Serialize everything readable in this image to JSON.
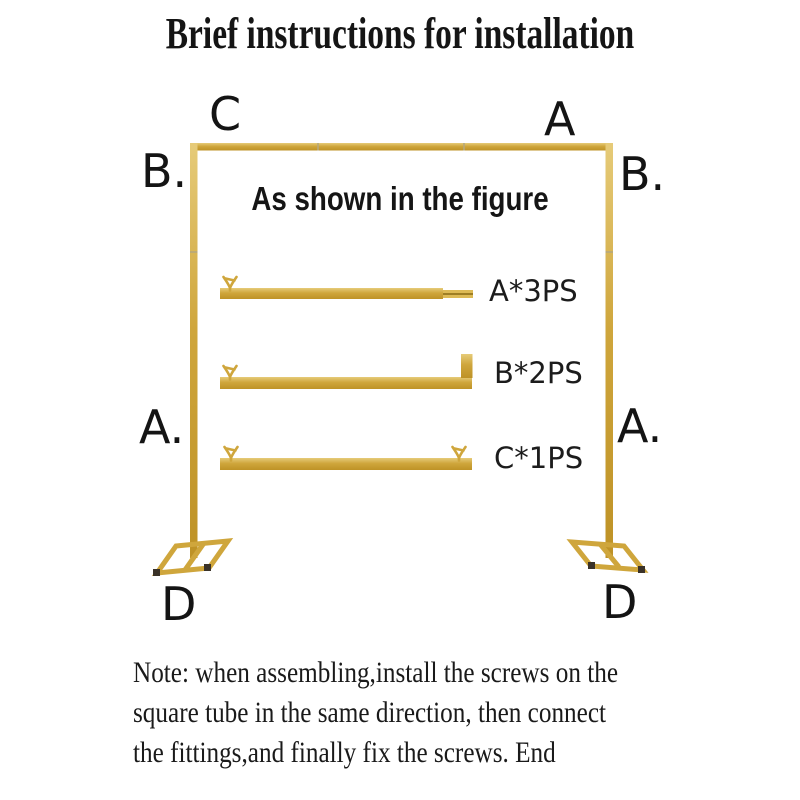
{
  "title": "Brief instructions for installation",
  "figure": {
    "caption": "As shown in the figure",
    "labels": {
      "top_left": "C",
      "top_right": "A",
      "left_upper": "B.",
      "right_upper": "B.",
      "left_lower": "A.",
      "right_lower": "A.",
      "base_left": "D",
      "base_right": "D"
    },
    "parts": [
      {
        "id": "A",
        "label": "A*3PS"
      },
      {
        "id": "B",
        "label": "B*2PS"
      },
      {
        "id": "C",
        "label": "C*1PS"
      }
    ],
    "colors": {
      "gold": "#CFA63C",
      "gold_light": "#E6CB79",
      "gold_dark": "#BE9226",
      "tab_line": "#8a6a15",
      "cap_dark": "#3a3228"
    }
  },
  "note": {
    "lines": [
      "Note: when assembling,install the screws on the",
      "square tube in the same direction, then connect",
      "the fittings,and finally fix the screws. End"
    ]
  }
}
